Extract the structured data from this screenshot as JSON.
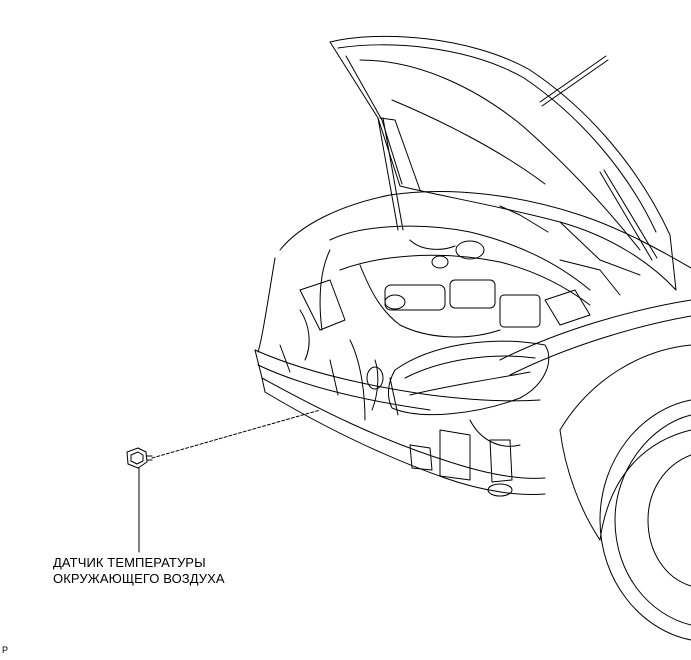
{
  "callout": {
    "line1": "ДАТЧИК ТЕМПЕРАТУРЫ",
    "line2": "ОКРУЖАЮЩЕГО ВОЗДУХА"
  },
  "corner_mark": "P",
  "colors": {
    "stroke": "#000000",
    "background": "#ffffff"
  }
}
